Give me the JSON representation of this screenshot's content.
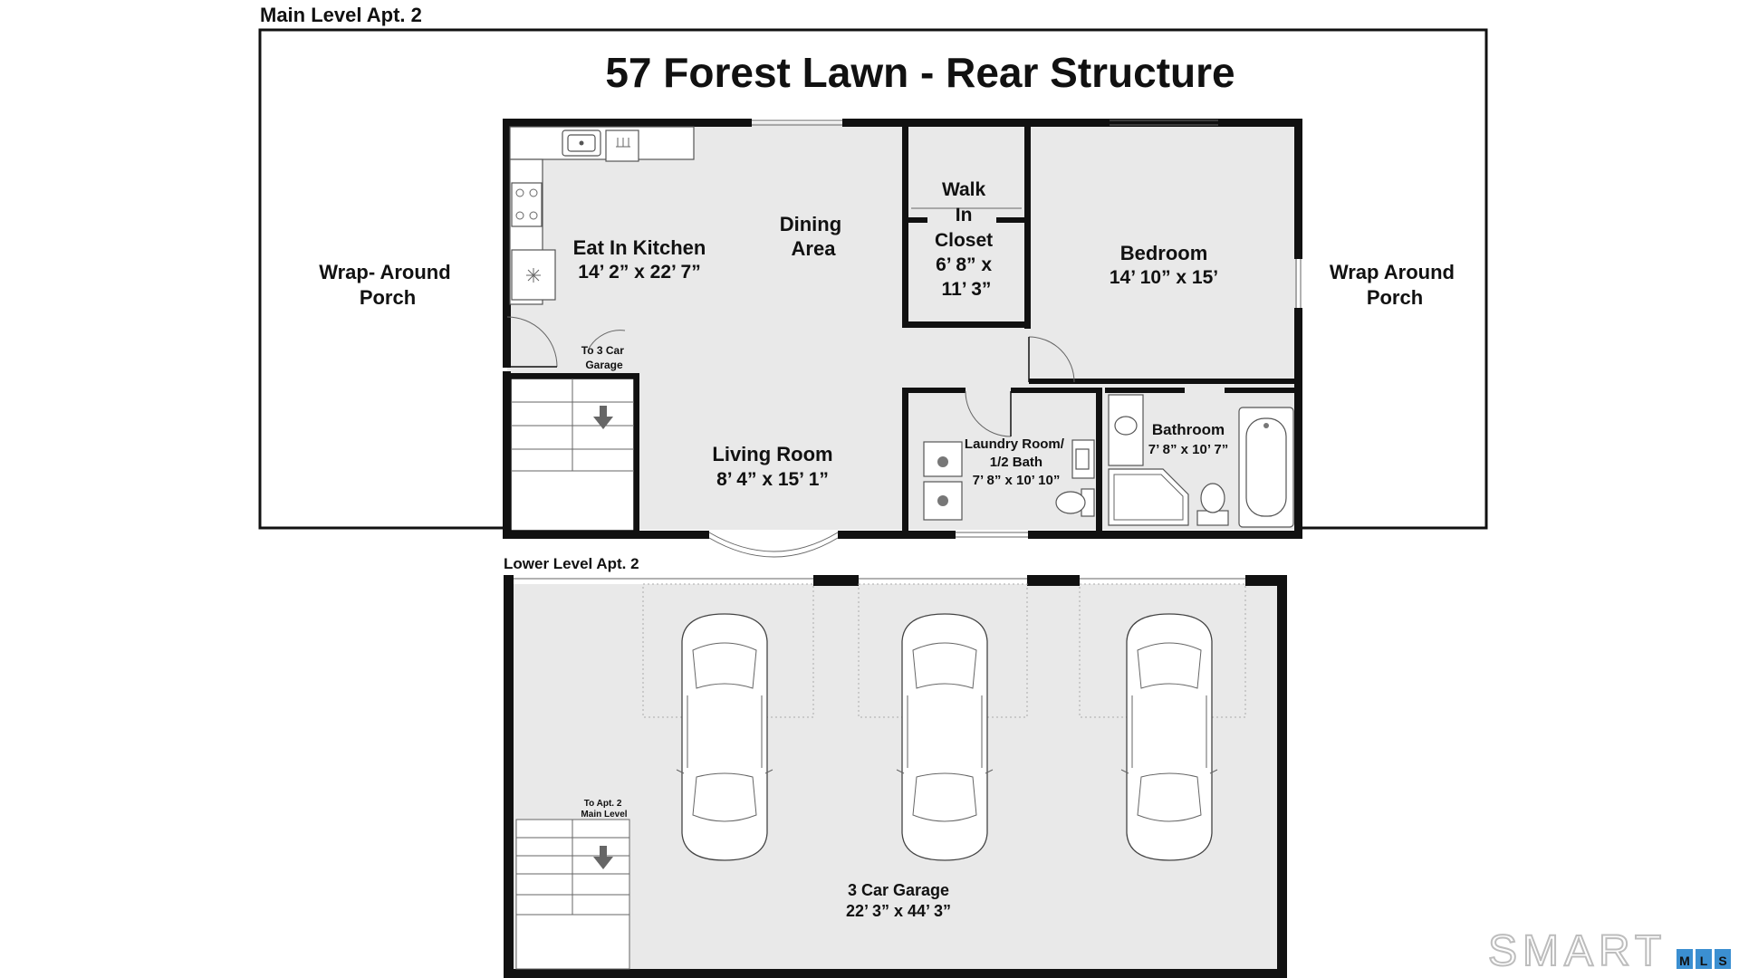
{
  "main_level": {
    "caption": "Main Level Apt. 2",
    "title": "57 Forest Lawn - Rear Structure",
    "rooms": {
      "kitchen_name": "Eat In Kitchen",
      "kitchen_dims": "14’ 2” x 22’ 7”",
      "dining_1": "Dining",
      "dining_2": "Area",
      "closet_1": "Walk",
      "closet_2": "In",
      "closet_3": "Closet",
      "closet_4": "6’ 8” x",
      "closet_5": "11’ 3”",
      "bedroom_name": "Bedroom",
      "bedroom_dims": "14’ 10” x 15’",
      "living_name": "Living Room",
      "living_dims": "8’ 4” x 15’ 1”",
      "laundry_1": "Laundry Room/",
      "laundry_2": "1/2 Bath",
      "laundry_3": "7’ 8” x 10’ 10”",
      "bath_name": "Bathroom",
      "bath_dims": "7’ 8” x 10’ 7”",
      "garage_link_1": "To 3 Car",
      "garage_link_2": "Garage"
    },
    "porch_left_1": "Wrap- Around",
    "porch_left_2": "Porch",
    "porch_right_1": "Wrap Around",
    "porch_right_2": "Porch"
  },
  "lower_level": {
    "caption": "Lower Level Apt. 2",
    "stair_1": "To Apt. 2",
    "stair_2": "Main Level",
    "garage_name": "3 Car Garage",
    "garage_dims": "22’ 3” x 44’ 3”"
  },
  "logo": {
    "word": "SMART",
    "sub_letters": [
      "M",
      "L",
      "S"
    ],
    "sub_color": "#3b8fd1"
  },
  "icons": [
    "stairs-down-arrow-icon",
    "car-icon",
    "sink-icon",
    "stove-icon",
    "toilet-icon",
    "bathtub-icon",
    "washer-icon",
    "dryer-icon"
  ]
}
